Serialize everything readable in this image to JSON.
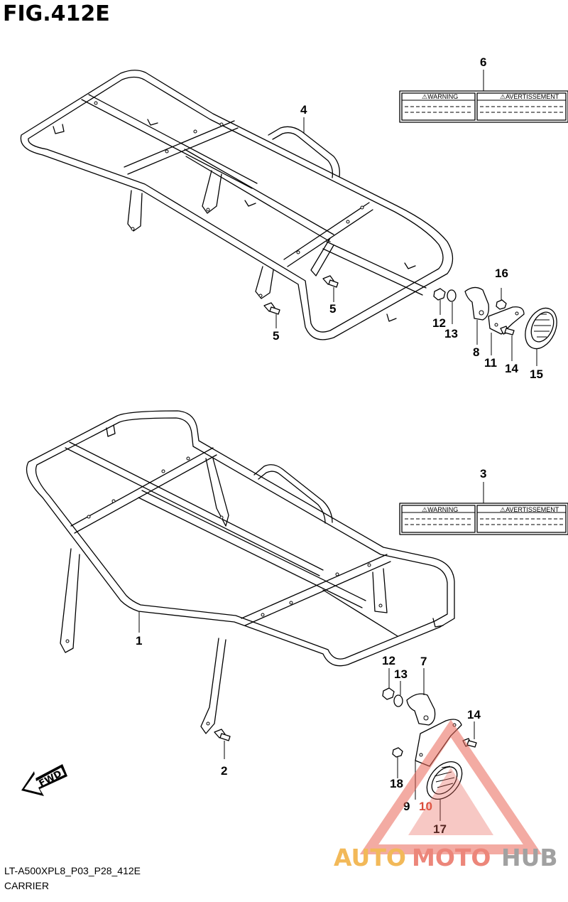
{
  "header": {
    "title": "FIG.412E"
  },
  "footer": {
    "code": "LT-A500XPL8_P03_P28_412E",
    "name": "CARRIER"
  },
  "labels": {
    "warning_left": "⚠WARNING",
    "warning_right": "⚠AVERTISSEMENT",
    "fwd": "FWD"
  },
  "callouts": {
    "c1": "1",
    "c2": "2",
    "c3": "3",
    "c4": "4",
    "c5a": "5",
    "c5b": "5",
    "c6": "6",
    "c7": "7",
    "c8": "8",
    "c9": "9",
    "c10": "10",
    "c11": "11",
    "c12a": "12",
    "c12b": "12",
    "c13a": "13",
    "c13b": "13",
    "c14a": "14",
    "c14b": "14",
    "c15": "15",
    "c16": "16",
    "c17": "17",
    "c18": "18"
  },
  "watermark": {
    "part1": "AUTO",
    "part2": "MOTO",
    "part3": "HUB"
  },
  "colors": {
    "callout_red": "#d94c3a",
    "watermark_orange": "#f0a830",
    "watermark_red": "#e8685a",
    "watermark_gray": "#8a8a8a"
  }
}
